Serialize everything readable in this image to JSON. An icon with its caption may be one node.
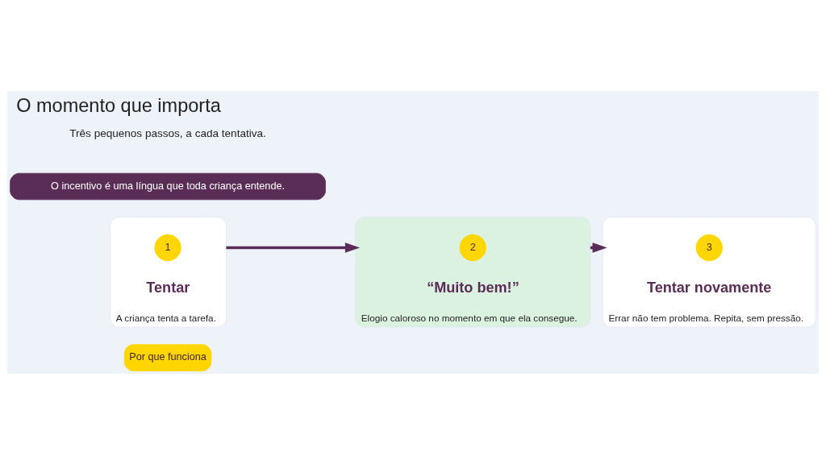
{
  "diagram": {
    "title": "O momento que importa",
    "nodes": [
      {
        "text": [
          "Por que funciona"
        ]
      },
      {
        "text": [
          "Tentar",
          "A criança tenta a tarefa."
        ]
      },
      {
        "text": [
          "1"
        ],
        "in": 1
      },
      {
        "text": [
          "“Muito bem!”",
          "Elogio caloroso no momento em que ela consegue."
        ]
      },
      {
        "text": [
          "2"
        ],
        "in": 3
      },
      {
        "text": [
          "Tentar novamente",
          "Errar não tem problema. Repita, sem pressão."
        ]
      },
      {
        "text": [
          "3"
        ],
        "in": 5
      },
      {
        "text": [
          "O incentivo é uma língua que toda criança entende."
        ]
      }
    ],
    "edges": [
      {
        "from": 1,
        "to": 3,
        "arrow": "to"
      },
      {
        "from": 3,
        "to": 5,
        "arrow": "to"
      }
    ],
    "labels": [
      "Três pequenos passos, a cada tentativa."
    ]
  }
}
